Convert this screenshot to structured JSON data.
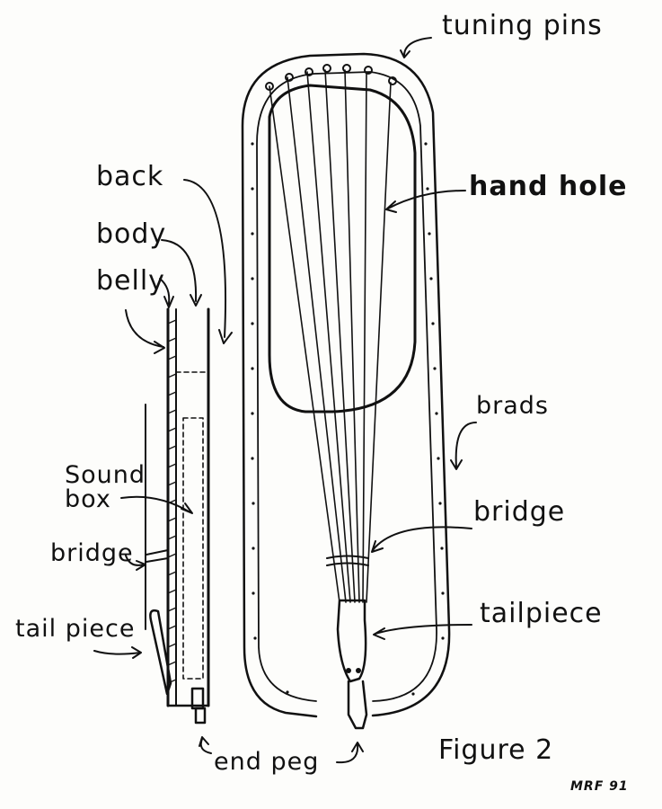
{
  "labels": {
    "tuning_pins": "tuning pins",
    "hand_hole": "hand hole",
    "brads": "brads",
    "bridge_front": "bridge",
    "tailpiece_front": "tailpiece",
    "back": "back",
    "body": "body",
    "belly": "belly",
    "sound_box": "Sound box",
    "bridge_side": "bridge",
    "tail_piece_side": "tail piece",
    "end_peg": "end peg",
    "figure": "Figure 2",
    "signature": "MRF 91"
  },
  "colors": {
    "ink": "#111111",
    "paper": "#fdfdfb"
  }
}
